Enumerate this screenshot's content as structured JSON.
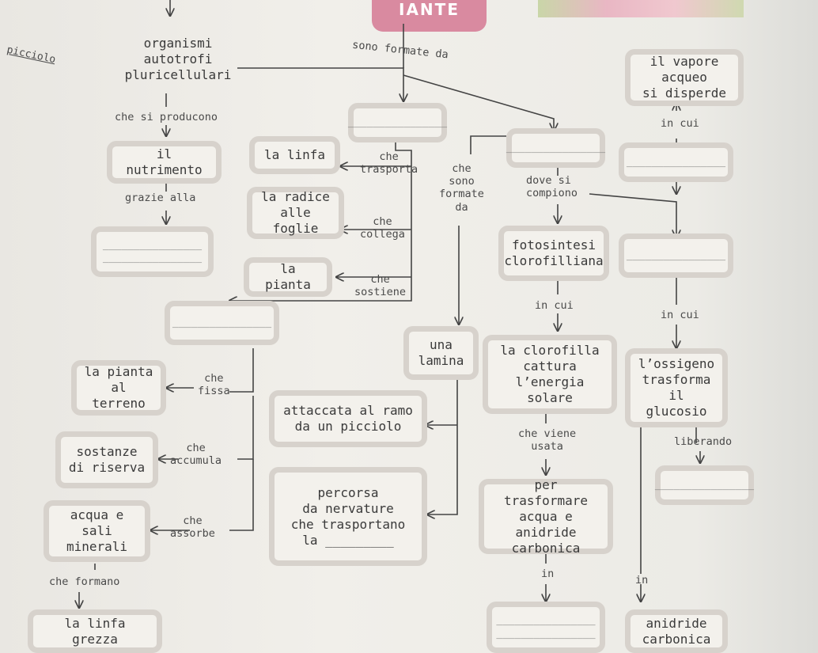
{
  "title_fragment": "IANTE",
  "side_label": "picciolo",
  "nodes": {
    "organismi": "organismi\nautotrofi\npluricellulari",
    "il_nutrimento": "il nutrimento",
    "blank_left_1": "________________\n________________",
    "blank_center_top": "________________",
    "blank_mid": "________________",
    "la_linfa": "la linfa",
    "la_radice": "la radice\nalle foglie",
    "la_pianta_sostiene": "la pianta",
    "la_pianta_terreno": "la pianta\nal terreno",
    "sostanze_riserva": "sostanze\ndi riserva",
    "acqua_sali": "acqua e sali\nminerali",
    "linfa_grezza": "la linfa grezza",
    "attaccata": "attaccata al ramo\nda un picciolo",
    "percorsa": "percorsa\nda nervature\nche trasportano\nla _________",
    "una_lamina": "una\nlamina",
    "blank_right_top_center": "________________",
    "blank_right_top": "________________",
    "fotosintesi": "fotosintesi\nclorofilliana",
    "blank_right_mid": "________________",
    "clorofilla": "la clorofilla\ncattura\nl’energia solare",
    "ossigeno": "l’ossigeno\ntrasforma\nil glucosio",
    "trasformare": "per trasformare\nacqua e anidride\ncarbonica",
    "blank_right_low": "________________",
    "blank_bottom_center": "________________\n________________",
    "anidride": "anidride\ncarbonica",
    "vapore": "il vapore acqueo\nsi disperde"
  },
  "labels": {
    "sono_formate_da": "sono formate da",
    "che_si_producono": "che si producono",
    "grazie_alla": "grazie alla",
    "che_trasporta": "che\ntrasporta",
    "che_collega": "che\ncollega",
    "che_sostiene": "che\nsostiene",
    "che_sono_formate_da": "che\nsono\nformate\nda",
    "dove_si_compiono": "dove si\ncompiono",
    "in_cui_top": "in cui",
    "in_cui_mid": "in cui",
    "in_cui_right": "in cui",
    "che_fissa": "che\nfissa",
    "che_accumula": "che\naccumula",
    "che_assorbe": "che\nassorbe",
    "che_formano": "che formano",
    "che_viene_usata": "che viene\nusata",
    "liberando": "liberando",
    "in_center": "in",
    "in_right": "in"
  }
}
